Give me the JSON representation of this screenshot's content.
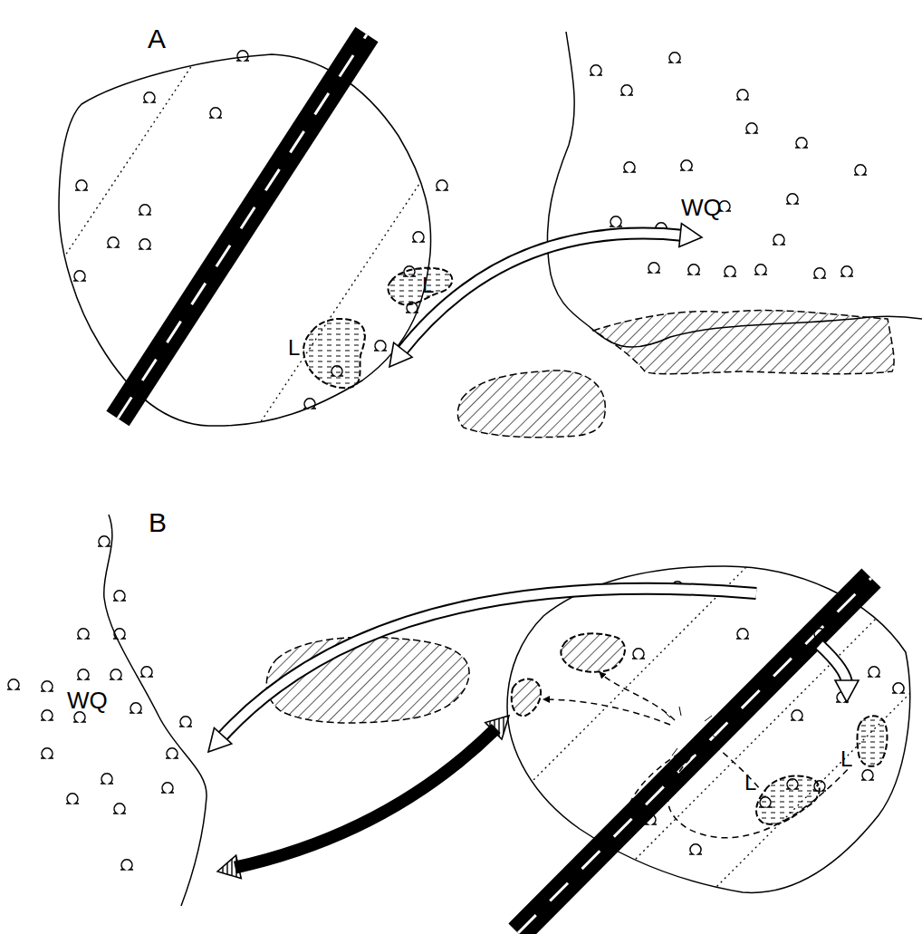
{
  "diagram": {
    "labels": [
      "A",
      "WQ",
      "L",
      "L",
      "B",
      "WQ",
      "L",
      "L"
    ]
  }
}
